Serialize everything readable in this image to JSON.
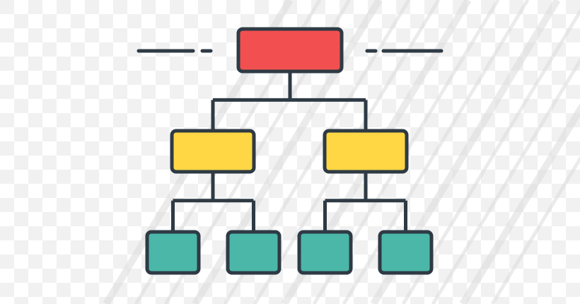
{
  "icon": "org-chart-hierarchy-icon",
  "colors": {
    "outline": "#2e3a44",
    "root_fill": "#f25050",
    "level1_fill": "#ffd745",
    "level2_fill": "#4bb7a8",
    "checker_light": "#ffffff",
    "checker_dark": "#f1f1f1",
    "stripe": "#dcdcdc"
  },
  "tree": {
    "id": "root",
    "level": 0,
    "children": [
      {
        "id": "mid-left",
        "level": 1,
        "children": [
          {
            "id": "leaf-1",
            "level": 2,
            "children": []
          },
          {
            "id": "leaf-2",
            "level": 2,
            "children": []
          }
        ]
      },
      {
        "id": "mid-right",
        "level": 1,
        "children": [
          {
            "id": "leaf-3",
            "level": 2,
            "children": []
          },
          {
            "id": "leaf-4",
            "level": 2,
            "children": []
          }
        ]
      }
    ]
  }
}
